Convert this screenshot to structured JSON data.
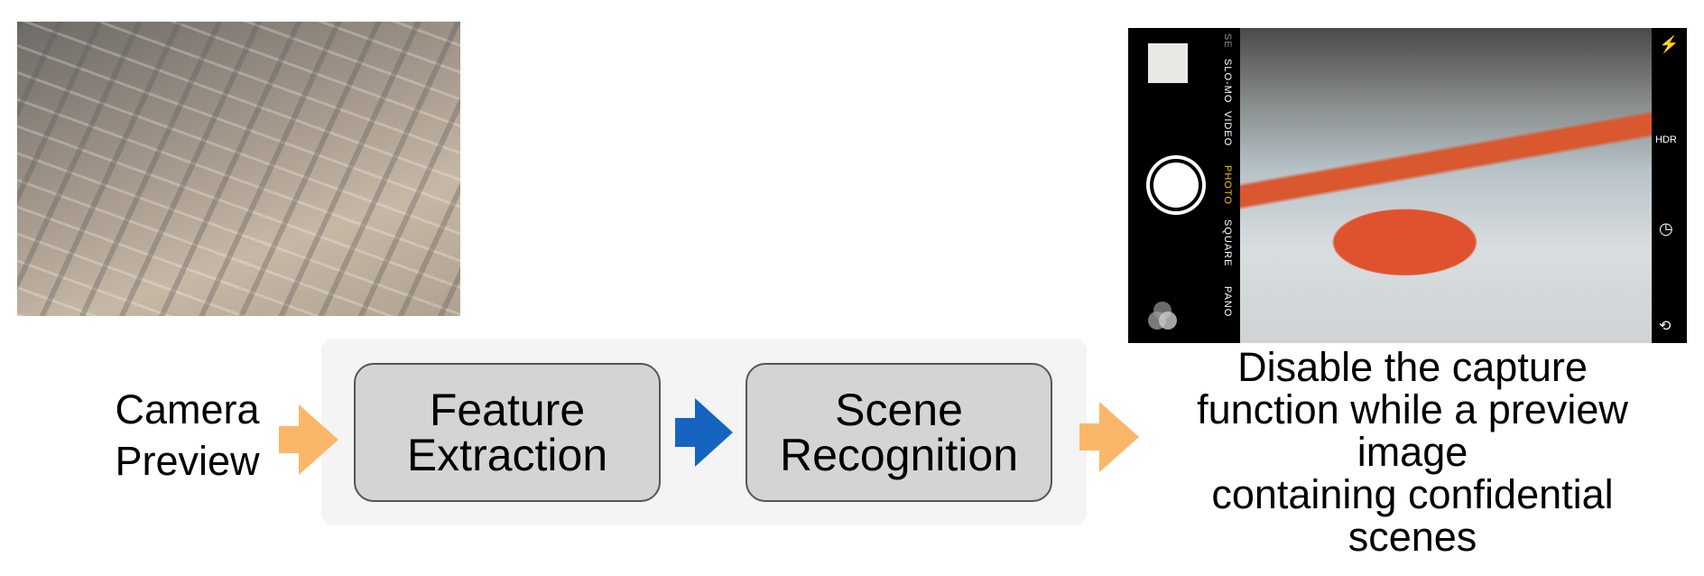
{
  "images": {
    "factory_photo": "factory-floor-photo",
    "camera_screenshot": "camera-app-aircraft-hangar"
  },
  "camera_ui": {
    "modes": [
      "SE",
      "SLO-MO",
      "VIDEO",
      "PHOTO",
      "SQUARE",
      "PANO"
    ],
    "active_mode": "PHOTO",
    "active_color": "#f5c400",
    "hdr_label": "HDR",
    "icons": [
      "flash-icon",
      "timer-icon",
      "switch-camera-icon",
      "filters-icon",
      "shutter-button"
    ]
  },
  "flow": {
    "input_line1": "Camera",
    "input_line2": "Preview",
    "step1_line1": "Feature",
    "step1_line2": "Extraction",
    "step2_line1": "Scene",
    "step2_line2": "Recognition",
    "output_lines": [
      "Disable the capture",
      "function while a preview",
      "image",
      "containing confidential",
      "scenes"
    ]
  },
  "colors": {
    "orange_arrow": "#fbb769",
    "blue_arrow": "#1565c0",
    "box_fill": "#d4d4d4",
    "panel_fill": "#f4f4f4"
  }
}
